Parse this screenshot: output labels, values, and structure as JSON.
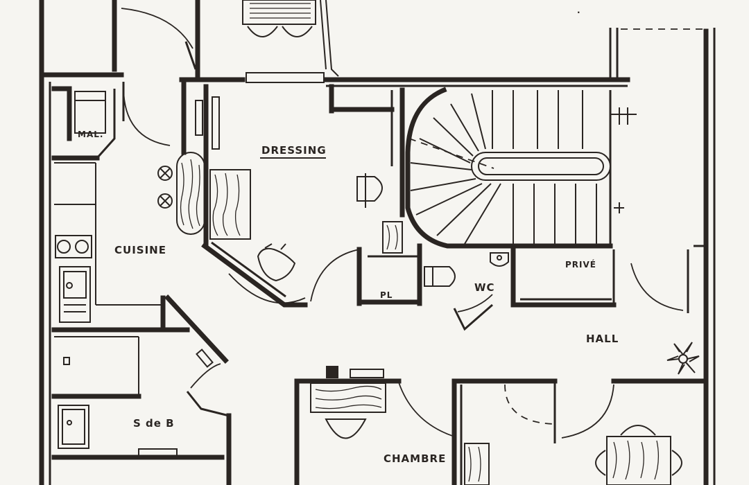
{
  "rooms": {
    "mal": "MAL.",
    "dressing": "DRESSING",
    "cuisine": "CUISINE",
    "pl": "PL",
    "wc": "WC",
    "prive": "PRIVÉ",
    "hall": "HALL",
    "sdeb": "S de B",
    "chambre": "CHAMBRE"
  }
}
